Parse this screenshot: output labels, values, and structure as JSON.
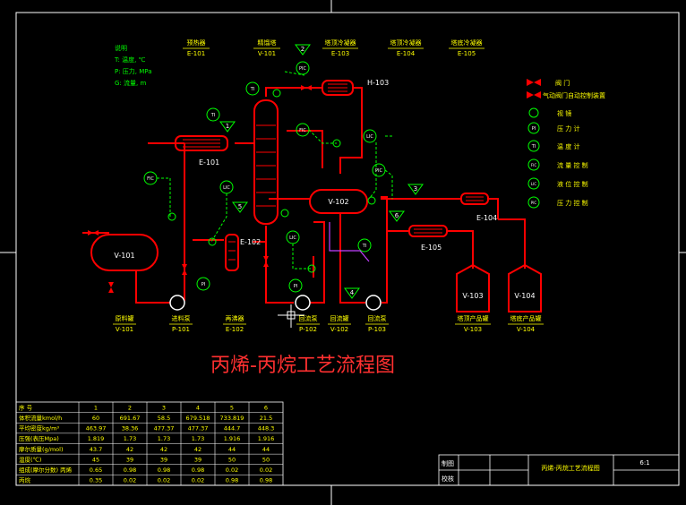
{
  "title": "丙烯-丙烷工艺流程图",
  "legend_left": {
    "heading": "说明",
    "items": [
      "T: 温度, ℃",
      "P: 压力, MPa",
      "G: 流量, m"
    ]
  },
  "legend_right": [
    {
      "symbol": "valve",
      "label": "阀 门"
    },
    {
      "symbol": "pneumatic-valve",
      "label": "气动阀门自动控制装置"
    },
    {
      "symbol": "sight-glass",
      "label": "视 镜"
    },
    {
      "symbol": "PI",
      "label": "压 力 计"
    },
    {
      "symbol": "TI",
      "label": "温 度 计"
    },
    {
      "symbol": "FIC",
      "label": "流 量 控 制"
    },
    {
      "symbol": "LIC",
      "label": "液 位 控 制"
    },
    {
      "symbol": "PIC",
      "label": "压 力 控 制"
    }
  ],
  "top_labels": [
    {
      "name": "预热器",
      "tag": "E-101"
    },
    {
      "name": "精馏塔",
      "tag": "V-101"
    },
    {
      "name": "塔顶冷凝器",
      "tag": "E-103"
    },
    {
      "name": "塔顶冷凝器",
      "tag": "E-104"
    },
    {
      "name": "塔底冷凝器",
      "tag": "E-105"
    }
  ],
  "bottom_labels": [
    {
      "name": "原料罐",
      "tag": "V-101"
    },
    {
      "name": "进料泵",
      "tag": "P-101"
    },
    {
      "name": "再沸器",
      "tag": "E-102"
    },
    {
      "name": "回流泵",
      "tag": "P-102"
    },
    {
      "name": "回流罐",
      "tag": "V-102"
    },
    {
      "name": "回流泵",
      "tag": "P-103"
    },
    {
      "name": "塔顶产品罐",
      "tag": "V-103"
    },
    {
      "name": "塔底产品罐",
      "tag": "V-104"
    }
  ],
  "equipment": {
    "v101": "V-101",
    "v102": "V-102",
    "v103": "V-103",
    "v104": "V-104",
    "e101": "E-101",
    "e102": "E-102",
    "e104": "E-104",
    "e105": "E-105",
    "h103": "H-103"
  },
  "instruments": {
    "ti": "TI",
    "pi": "PI",
    "fic": "FIC",
    "lic": "LIC",
    "pic": "PIC"
  },
  "stream_numbers": [
    "1",
    "2",
    "3",
    "4",
    "5",
    "6"
  ],
  "stream_table": {
    "header": [
      "序 号",
      "1",
      "2",
      "3",
      "4",
      "5",
      "6"
    ],
    "rows": [
      [
        "体积流量kmol/h",
        "60",
        "691.67",
        "58.5",
        "679.518",
        "733.819",
        "21.5"
      ],
      [
        "平均密度kg/m³",
        "463.97",
        "38.36",
        "477.37",
        "477.37",
        "444.7",
        "448.3"
      ],
      [
        "压强(表压Mpa)",
        "1.819",
        "1.73",
        "1.73",
        "1.73",
        "1.916",
        "1.916"
      ],
      [
        "摩尔质量(g/mol)",
        "43.7",
        "42",
        "42",
        "42",
        "44",
        "44"
      ],
      [
        "温度(℃)",
        "45",
        "39",
        "39",
        "39",
        "50",
        "50"
      ],
      [
        "组成(摩尔分数) 丙烯",
        "0.65",
        "0.98",
        "0.98",
        "0.98",
        "0.02",
        "0.02"
      ],
      [
        "丙烷",
        "0.35",
        "0.02",
        "0.02",
        "0.02",
        "0.98",
        "0.98"
      ]
    ]
  },
  "title_block": {
    "draw": "制图",
    "check": "校核",
    "drawing_name": "丙烯-丙烷工艺流程图",
    "scale": "6:1"
  }
}
